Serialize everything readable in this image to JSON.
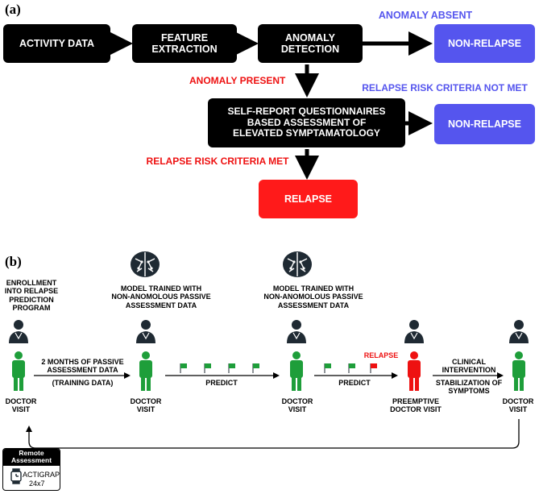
{
  "panel_a": {
    "label": "(a)",
    "boxes": {
      "activity": "ACTIVITY DATA",
      "feature": "FEATURE\nEXTRACTION",
      "anomaly_det": "ANOMALY\nDETECTION",
      "non_relapse_1": "NON-RELAPSE",
      "questionnaire": "SELF-REPORT QUESTIONNAIRES\nBASED ASSESSMENT OF\nELEVATED SYMPTAMATOLOGY",
      "non_relapse_2": "NON-RELAPSE",
      "relapse": "RELAPSE"
    },
    "edge_labels": {
      "anomaly_absent": "ANOMALY ABSENT",
      "anomaly_present": "ANOMALY PRESENT",
      "criteria_not_met": "RELAPSE RISK CRITERIA NOT MET",
      "criteria_met": "RELAPSE RISK CRITERIA MET"
    },
    "colors": {
      "black": "#000000",
      "blue": "#5555ee",
      "red": "#ff1a1a"
    }
  },
  "panel_b": {
    "label": "(b)",
    "enrollment": "ENROLLMENT\nINTO RELAPSE\nPREDICTION\nPROGRAM",
    "model_trained_1": "MODEL TRAINED WITH\nNON-ANOMOLOUS PASSIVE\nASSESSMENT DATA",
    "model_trained_2": "MODEL TRAINED WITH\nNON-ANOMOLOUS PASSIVE\nASSESSMENT DATA",
    "passive_data": "2 MONTHS OF PASSIVE\nASSESSMENT DATA",
    "training_data": "(TRAINING DATA)",
    "predict_1": "PREDICT",
    "predict_2": "PREDICT",
    "relapse_flag": "RELAPSE",
    "clinical": "CLINICAL\nINTERVENTION",
    "stabilization": "STABILIZATION OF\nSYMPTOMS",
    "visits": [
      "DOCTOR\nVISIT",
      "DOCTOR\nVISIT",
      "DOCTOR\nVISIT",
      "PREEMPTIVE\nDOCTOR VISIT",
      "DOCTOR\nVISIT"
    ],
    "remote_title": "Remote\nAssessment",
    "remote_device": "ACTIGRAPHY",
    "remote_freq": "24x7",
    "icons": [
      "doctor-icon",
      "patient-icon",
      "brain-icon",
      "flag-icon",
      "watch-icon"
    ],
    "colors": {
      "green": "#1e9e3a",
      "red": "#ee1111",
      "dark": "#1f2a33"
    }
  }
}
